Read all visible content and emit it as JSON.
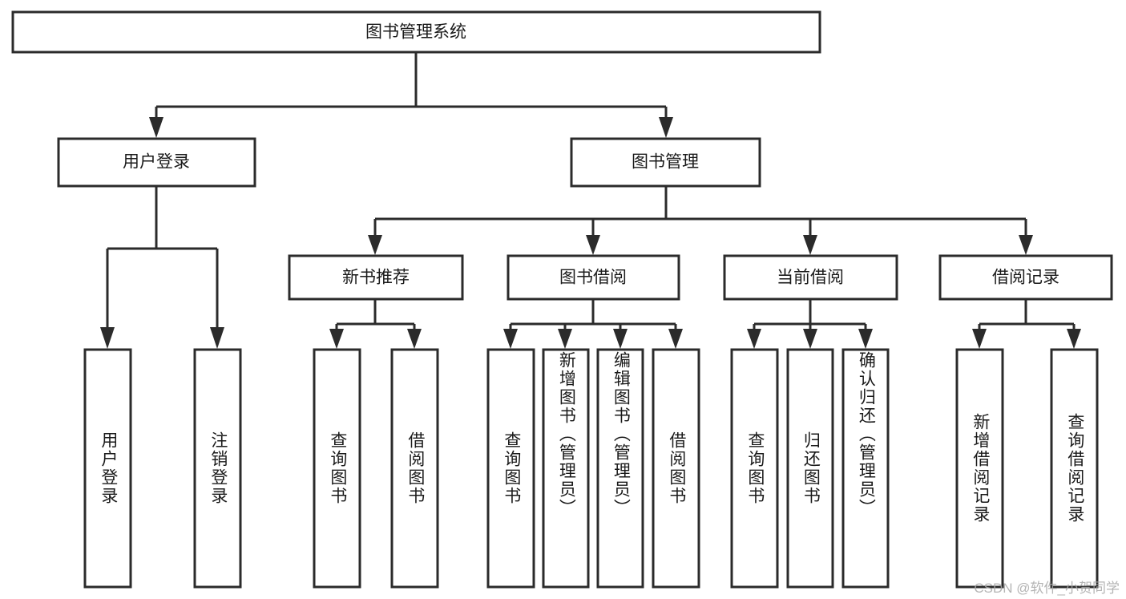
{
  "diagram": {
    "kind": "tree-hierarchy-chart",
    "title": "图书管理系统",
    "background_color": "#ffffff",
    "line_color": "#2b2b2b",
    "text_color": "#1a1a1a",
    "levels": 4,
    "nodes": {
      "root": {
        "label": "图书管理系统"
      },
      "level1": [
        {
          "label": "用户登录"
        },
        {
          "label": "图书管理"
        }
      ],
      "level2": [
        {
          "label": "新书推荐"
        },
        {
          "label": "图书借阅"
        },
        {
          "label": "当前借阅"
        },
        {
          "label": "借阅记录"
        }
      ],
      "leaves": {
        "user_login": [
          {
            "label": "用户登录"
          },
          {
            "label": "注销登录"
          }
        ],
        "new_book_recommend": [
          {
            "label": "查询图书"
          },
          {
            "label": "借阅图书"
          }
        ],
        "book_borrow": [
          {
            "label": "查询图书"
          },
          {
            "label": "新增图书（管理员）"
          },
          {
            "label": "编辑图书（管理员）"
          },
          {
            "label": "借阅图书"
          }
        ],
        "current_borrow": [
          {
            "label": "查询图书"
          },
          {
            "label": "归还图书"
          },
          {
            "label": "确认归还（管理员）"
          }
        ],
        "borrow_record": [
          {
            "label": "新增借阅记录"
          },
          {
            "label": "查询借阅记录"
          }
        ]
      }
    }
  },
  "watermark": {
    "text": "CSDN @软件_小贺同学",
    "color": "#a8a8a8"
  }
}
